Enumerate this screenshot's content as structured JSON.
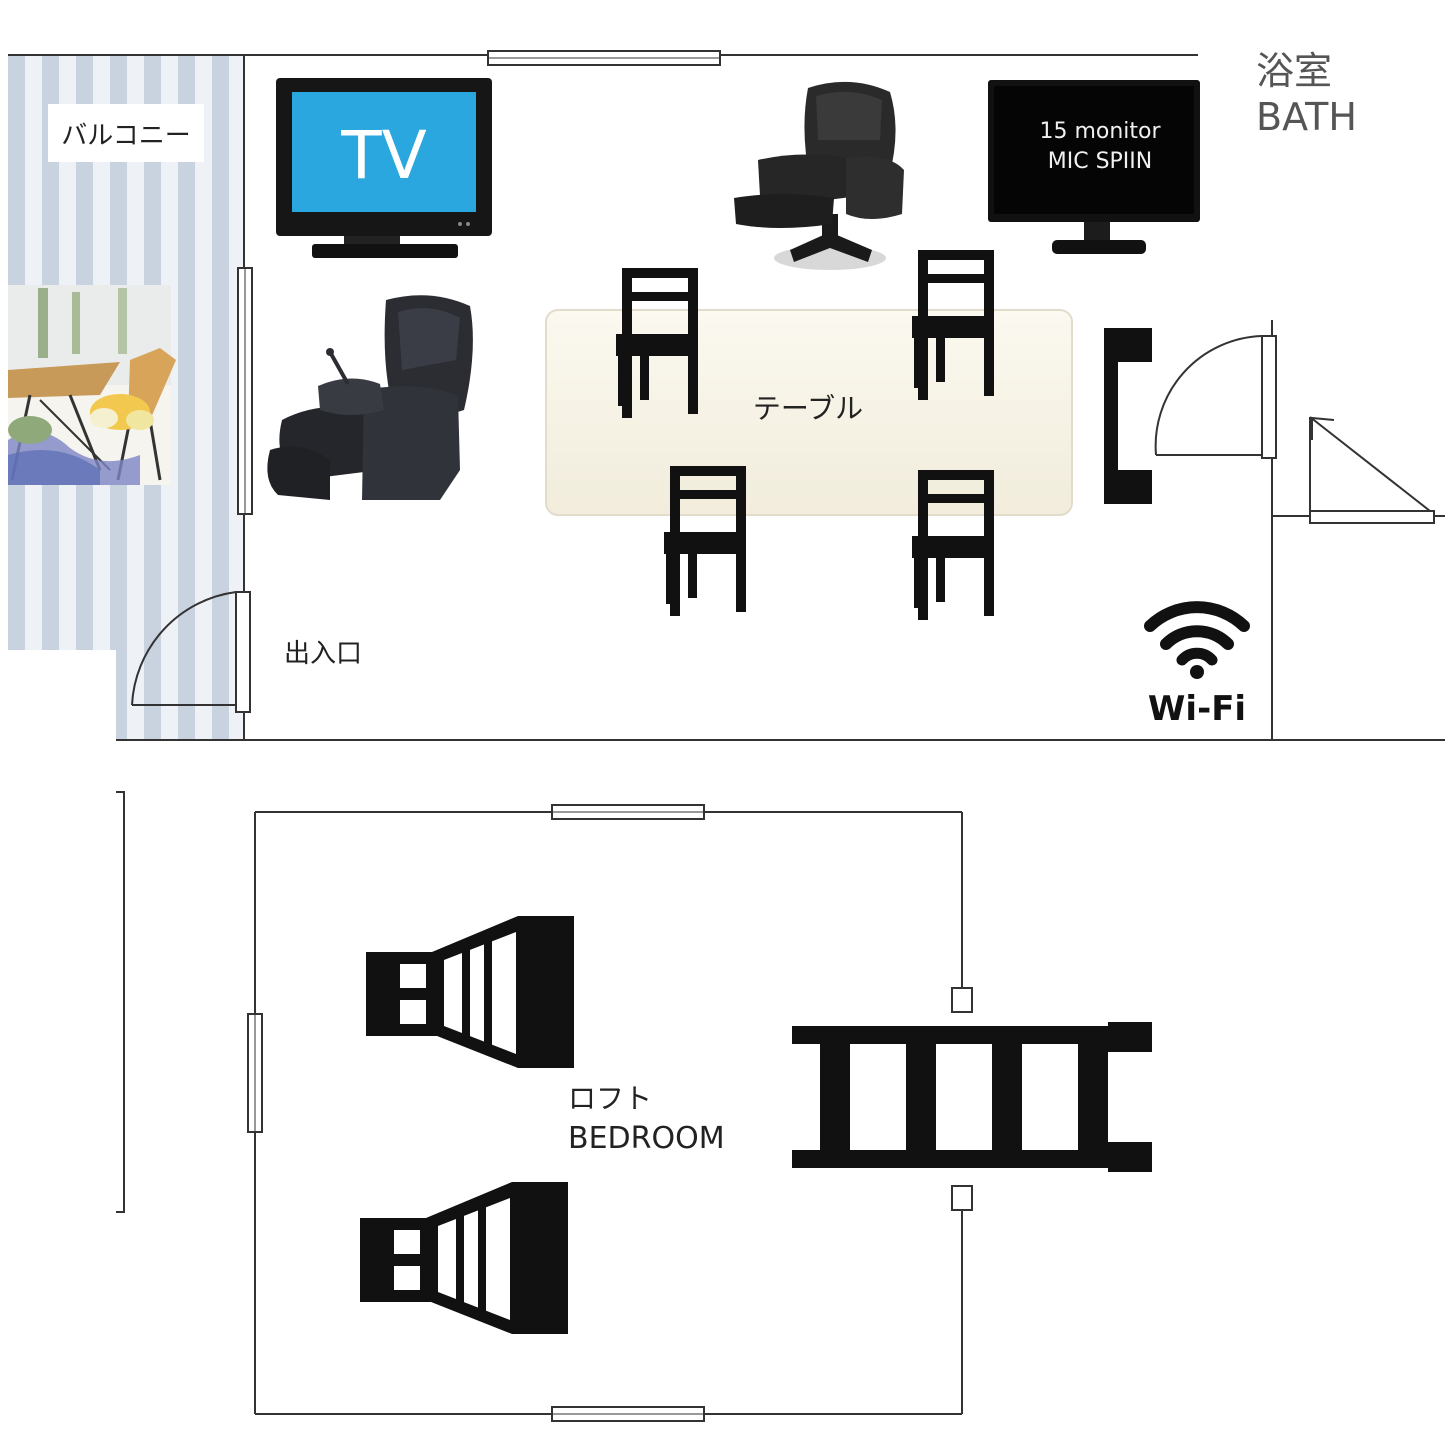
{
  "upper_floor": {
    "balcony_label": "バルコニー",
    "entrance_label": "出入口",
    "table_label": "テーブル",
    "tv_label": "TV",
    "monitor_lines": [
      "15 monitor",
      "MIC SPIIN"
    ],
    "bath_label_jp": "浴室",
    "bath_label_en": "BATH",
    "wifi_label": "Wi-Fi"
  },
  "loft": {
    "label_jp": "ロフト",
    "label_en": "BEDROOM"
  },
  "icons": [
    "tv-icon",
    "recliner-icon",
    "monitor-icon",
    "massage-chair-icon",
    "dining-chair-icon",
    "wifi-icon",
    "bed-icon",
    "ladder-icon",
    "door-swing-icon",
    "window-icon",
    "balcony-photo"
  ],
  "colors": {
    "tv_screen": "#2aa7de",
    "balcony_stripe": "#c9d3df",
    "table_fill": "#f7f3e6",
    "wall": "#333333",
    "furniture": "#111111"
  }
}
